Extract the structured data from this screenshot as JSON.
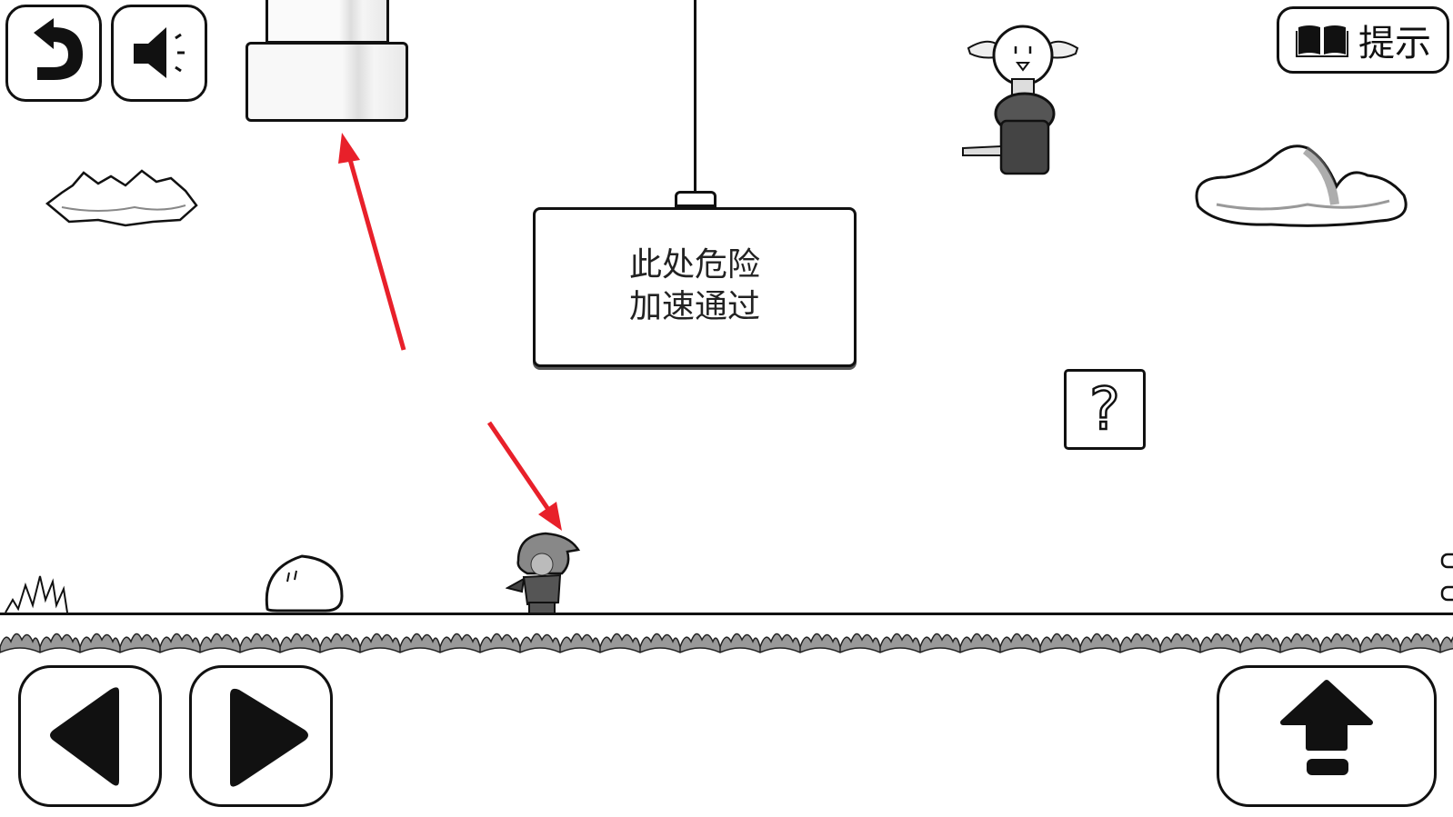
{
  "hud": {
    "back_icon": "undo-arrow-icon",
    "sound_icon": "speaker-icon",
    "hint_label": "提示",
    "hint_icon": "book-icon"
  },
  "sign": {
    "line1": "此处危险",
    "line2": "加速通过"
  },
  "question_block": "?",
  "controls": {
    "left_icon": "triangle-left-icon",
    "right_icon": "triangle-right-icon",
    "jump_icon": "arrow-up-icon"
  },
  "colors": {
    "annotation_arrow": "#e8202a",
    "ink": "#111111"
  }
}
